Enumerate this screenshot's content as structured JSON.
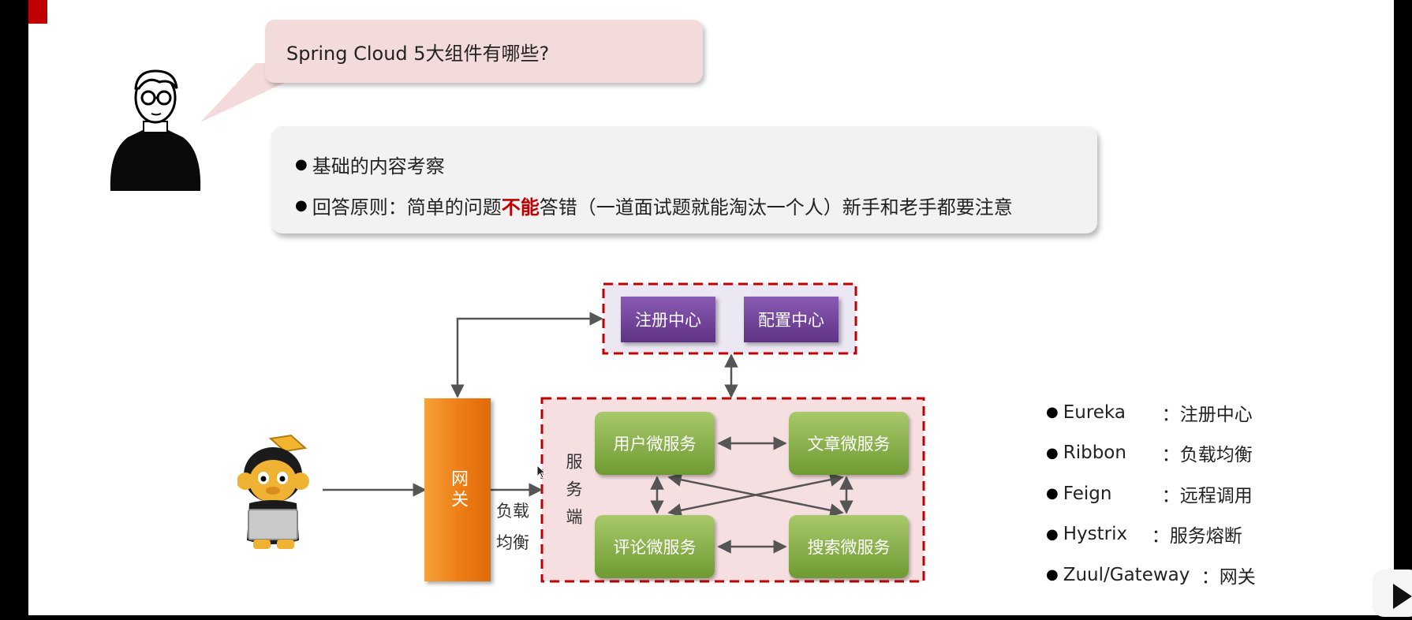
{
  "question": "Spring Cloud 5大组件有哪些?",
  "info": {
    "line1": "基础的内容考察",
    "line2_prefix": "回答原则：简单的问题",
    "line2_emphasis": "不能",
    "line2_suffix": "答错（一道面试题就能淘汰一个人）新手和老手都要注意"
  },
  "diagram": {
    "registry": "注册中心",
    "config": "配置中心",
    "gateway": "网关",
    "load_balance_1": "负载",
    "load_balance_2": "均衡",
    "server_side": "服务端",
    "user_service": "用户微服务",
    "article_service": "文章微服务",
    "comment_service": "评论微服务",
    "search_service": "搜索微服务"
  },
  "components": [
    {
      "name": "Eureka",
      "desc": "：注册中心"
    },
    {
      "name": "Ribbon",
      "desc": "：负载均衡"
    },
    {
      "name": "Feign",
      "desc": "：远程调用"
    },
    {
      "name": "Hystrix",
      "desc": "：服务熔断"
    },
    {
      "name": "Zuul/Gateway",
      "desc": "：网关"
    }
  ],
  "colors": {
    "accent_red": "#c00000",
    "purple": "#6e3f96",
    "green": "#8db34a",
    "orange": "#f08a1c",
    "bubble": "#f4dbdb"
  }
}
